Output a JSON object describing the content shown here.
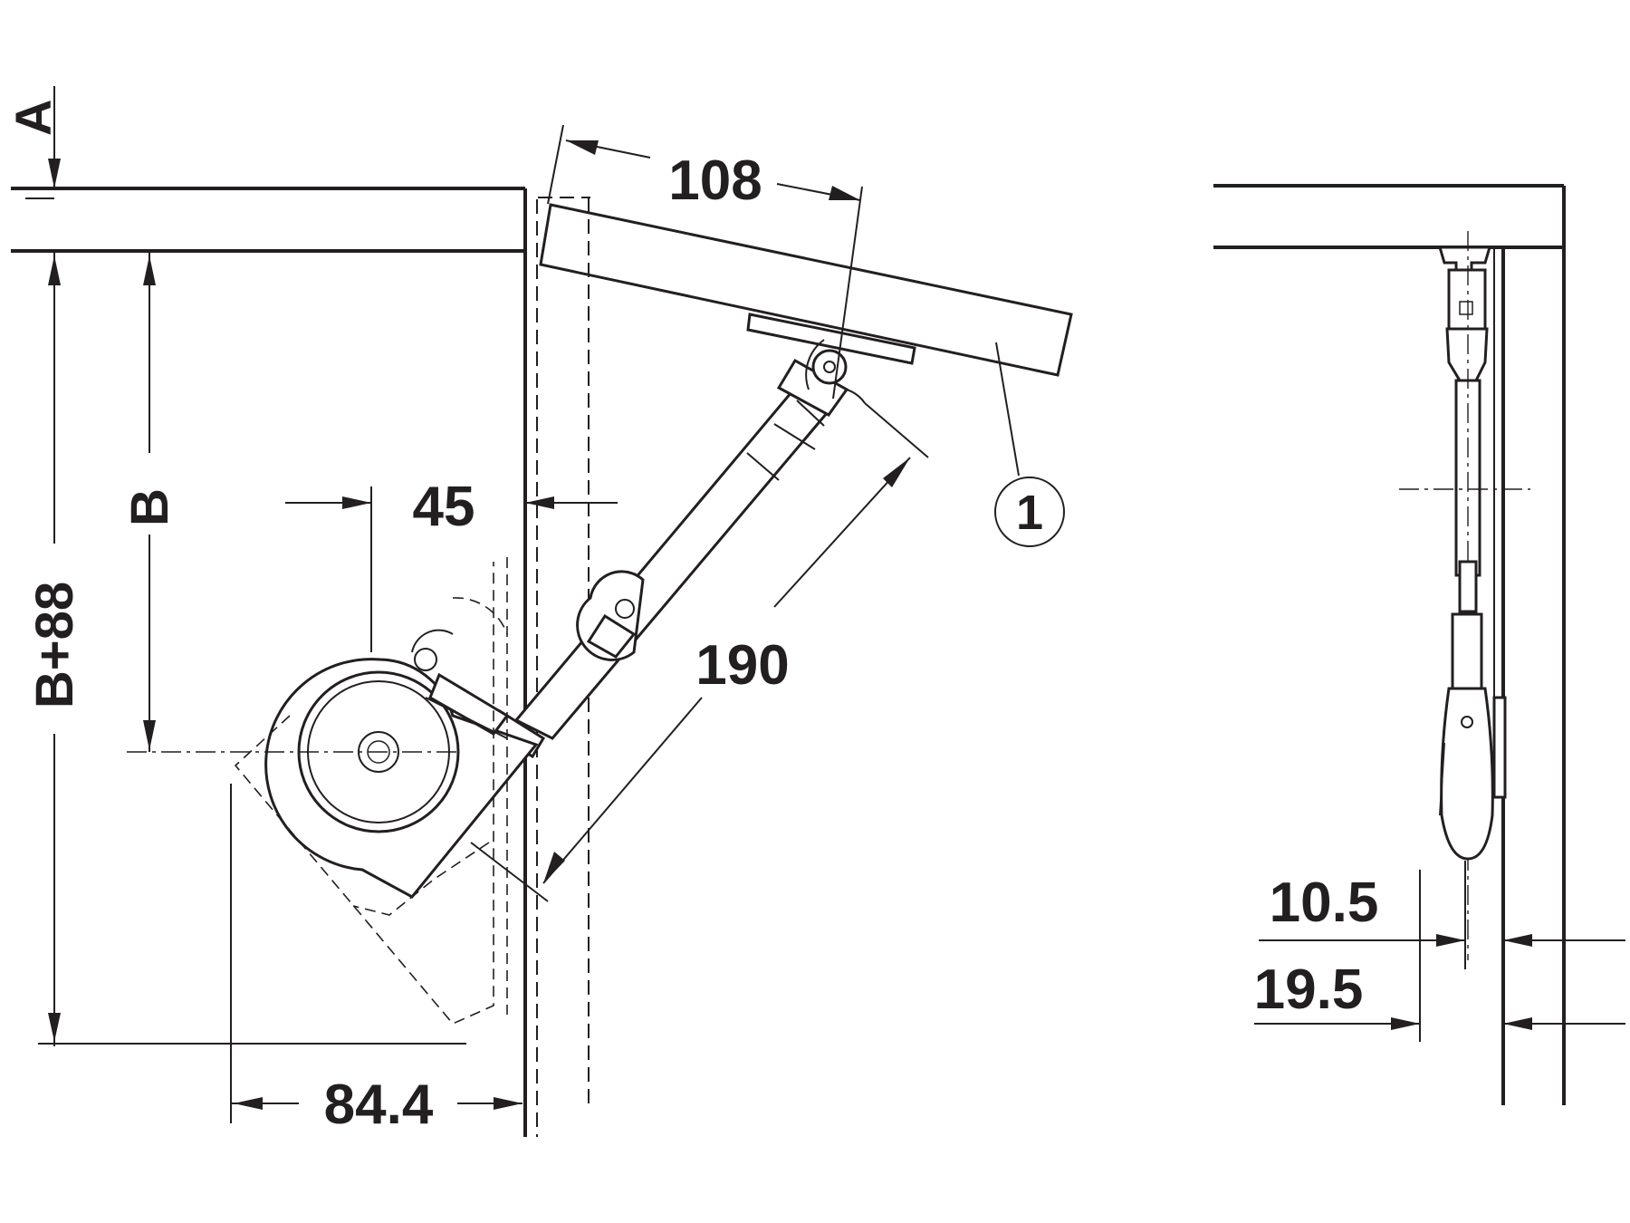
{
  "diagram": {
    "labels": {
      "A": "A",
      "B": "B",
      "B_plus_88": "B+88",
      "dim_108": "108",
      "dim_45": "45",
      "dim_190": "190",
      "dim_84_4": "84.4",
      "dim_10_5": "10.5",
      "dim_19_5": "19.5",
      "callout_1": "1"
    }
  }
}
